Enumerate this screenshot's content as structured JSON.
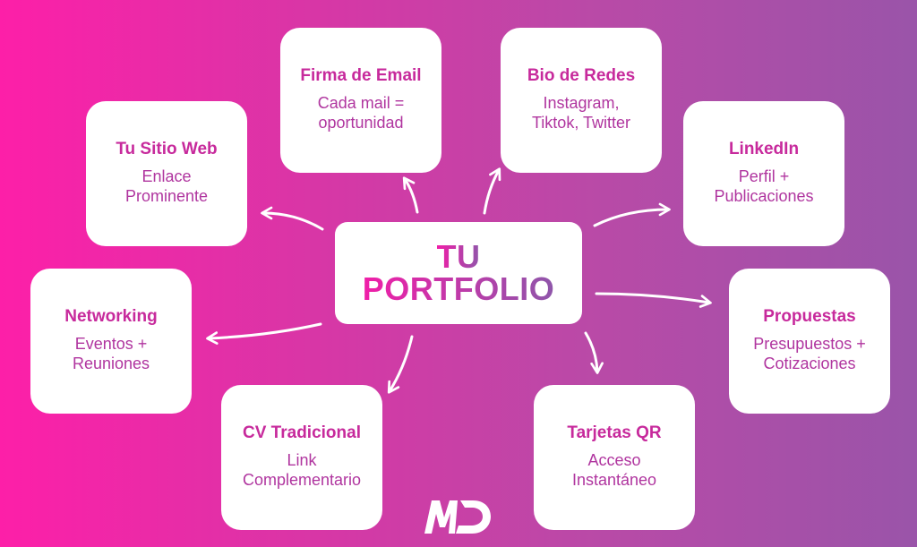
{
  "center": {
    "line1": "TU",
    "line2": "PORTFOLIO"
  },
  "nodes": [
    {
      "id": "firma-email",
      "title": "Firma de Email",
      "desc": "Cada mail =\noportunidad"
    },
    {
      "id": "bio-redes",
      "title": "Bio de Redes",
      "desc": "Instagram,\nTiktok, Twitter"
    },
    {
      "id": "sitio-web",
      "title": "Tu Sitio Web",
      "desc": "Enlace\nProminente"
    },
    {
      "id": "linkedin",
      "title": "LinkedIn",
      "desc": "Perfil +\nPublicaciones"
    },
    {
      "id": "networking",
      "title": "Networking",
      "desc": "Eventos +\nReuniones"
    },
    {
      "id": "propuestas",
      "title": "Propuestas",
      "desc": "Presupuestos +\nCotizaciones"
    },
    {
      "id": "cv-tradicional",
      "title": "CV Tradicional",
      "desc": "Link\nComplementario"
    },
    {
      "id": "tarjetas-qr",
      "title": "Tarjetas QR",
      "desc": "Acceso\nInstantáneo"
    }
  ],
  "colors": {
    "background_start": "#fd1fa8",
    "background_end": "#9a54a9",
    "title": "#c72a9c",
    "text": "#b0359f"
  },
  "logo": {
    "icon": "md-logo-icon"
  }
}
